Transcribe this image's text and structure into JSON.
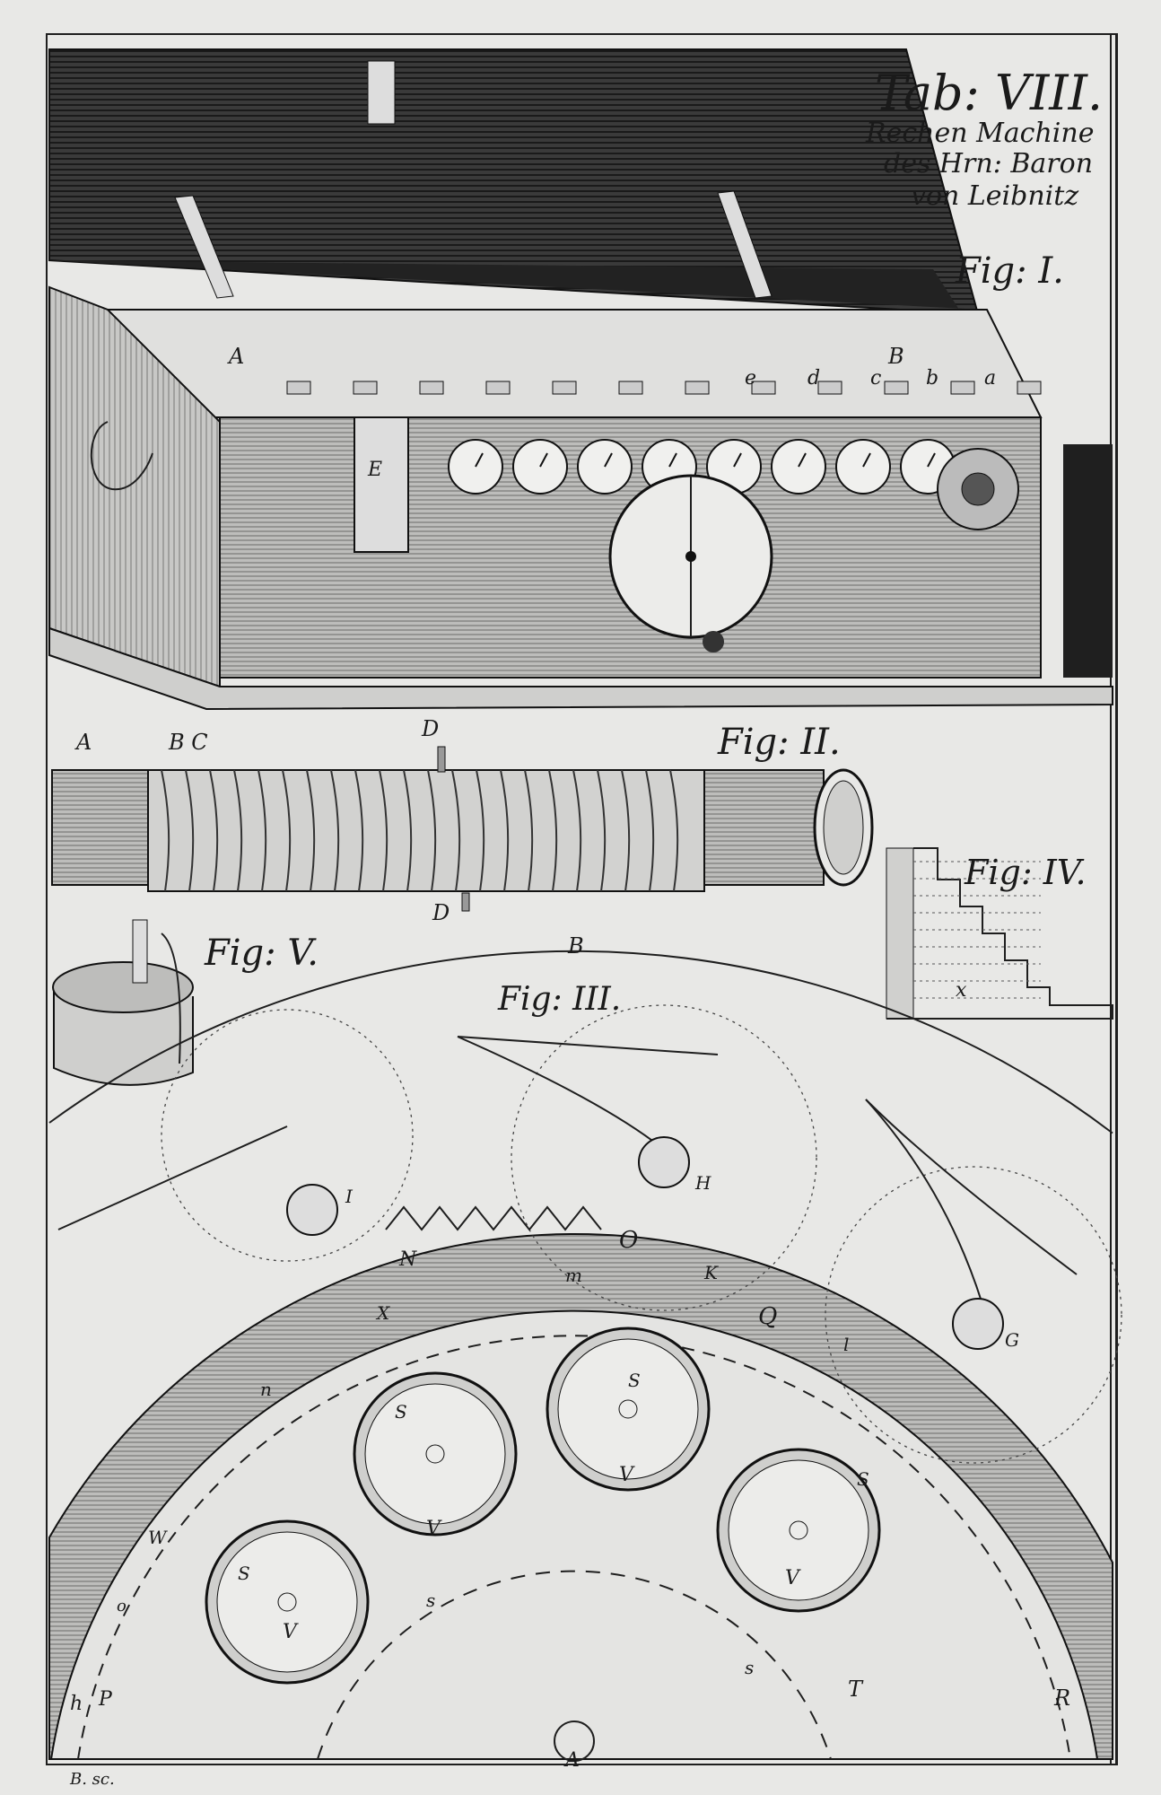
{
  "plate": {
    "title": "Tab: VIII.",
    "subtitle_lines": [
      "Rechen Machine",
      "des Hrn: Baron",
      "von Leibnitz"
    ],
    "signature": "B. sc."
  },
  "figures": {
    "fig1": "Fig: I.",
    "fig2": "Fig: II.",
    "fig3": "Fig: III.",
    "fig4": "Fig: IV.",
    "fig5": "Fig: V."
  },
  "labels": {
    "fig1": {
      "A": "A",
      "B": "B",
      "E": "E",
      "a": "a",
      "b": "b",
      "c": "c",
      "d": "d",
      "e": "e"
    },
    "fig2": {
      "A": "A",
      "BC": "B C",
      "D_top": "D",
      "D_bottom": "D"
    },
    "fig4": {
      "x": "x"
    },
    "fig3": {
      "B": "B",
      "H": "H",
      "I": "I",
      "G": "G",
      "O": "O",
      "K": "K",
      "m": "m",
      "N": "N",
      "X": "X",
      "Q": "Q",
      "l": "l",
      "n": "n",
      "S1": "S",
      "S2": "S",
      "S3": "S",
      "S4": "S",
      "V1": "V",
      "V2": "V",
      "V3": "V",
      "V4": "V",
      "W": "W",
      "P": "P",
      "h": "h",
      "o": "o",
      "s1": "s",
      "s2": "s",
      "T": "T",
      "R": "R",
      "A": "A"
    }
  },
  "colors": {
    "paper": "#e8e8e6",
    "ink": "#1e1e1e",
    "dark_hatch": "#2a2a2a"
  }
}
